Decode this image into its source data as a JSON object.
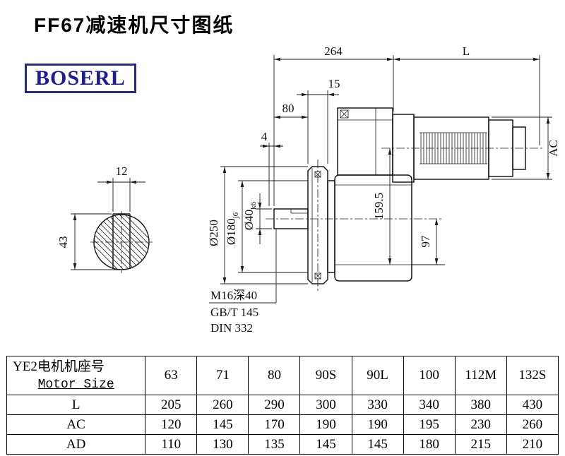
{
  "page": {
    "title": "FF67减速机尺寸图纸",
    "brand": "BOSERL"
  },
  "drawing": {
    "dim_264": "264",
    "dim_L": "L",
    "dim_15": "15",
    "dim_80": "80",
    "dim_4": "4",
    "dim_AC": "AC",
    "dim_159_5": "159.5",
    "dim_97": "97",
    "dia_250": "Ø250",
    "dia_180": "Ø180",
    "dia_180_fit": "j6",
    "dia_40": "Ø40",
    "dia_40_fit": "k6",
    "dim_12": "12",
    "dim_43": "43",
    "note_m16": "M16深40",
    "note_gbt": "GB/T 145",
    "note_din": "DIN 332"
  },
  "table": {
    "header": {
      "cn": "YE2电机机座号",
      "en": "Motor Size"
    },
    "sizes": [
      "63",
      "71",
      "80",
      "90S",
      "90L",
      "100",
      "112M",
      "132S"
    ],
    "rows": [
      {
        "label": "L",
        "values": [
          "205",
          "260",
          "290",
          "300",
          "330",
          "340",
          "380",
          "430"
        ]
      },
      {
        "label": "AC",
        "values": [
          "120",
          "145",
          "170",
          "190",
          "190",
          "195",
          "230",
          "260"
        ]
      },
      {
        "label": "AD",
        "values": [
          "110",
          "130",
          "135",
          "145",
          "145",
          "180",
          "215",
          "210"
        ]
      }
    ]
  }
}
